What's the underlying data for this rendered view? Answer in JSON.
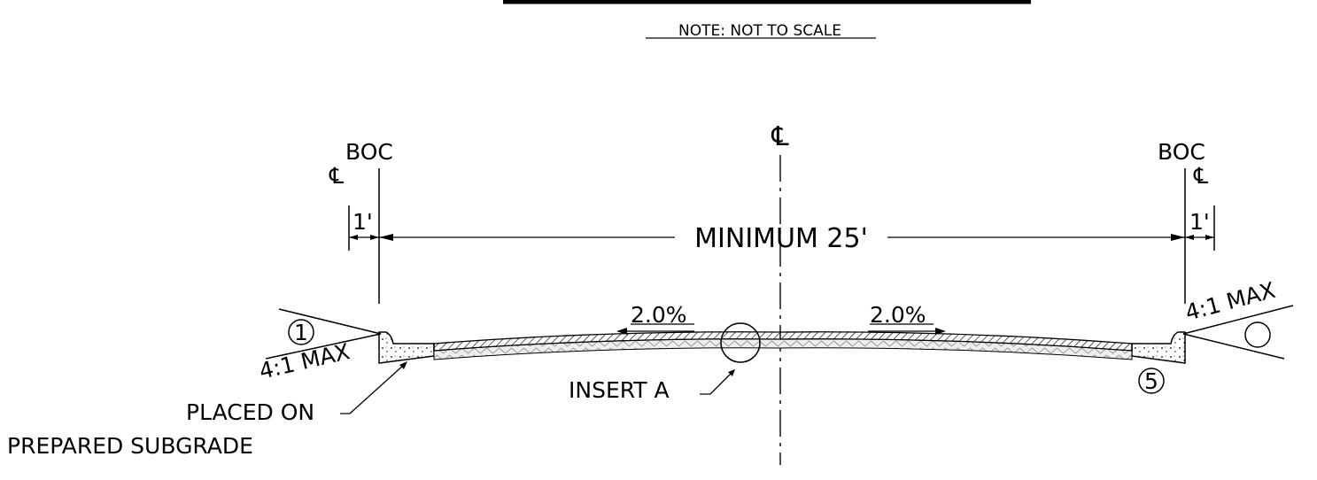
{
  "note": "NOTE: NOT TO SCALE",
  "centerline_symbol": "℄",
  "left": {
    "boc": "BOC",
    "cl_symbol": "℄",
    "offset": "1'",
    "slope": "4:1 MAX",
    "callout": "1"
  },
  "right": {
    "boc": "BOC",
    "cl_symbol": "℄",
    "offset": "1'",
    "slope": "4:1 MAX",
    "callout": "5"
  },
  "width_dimension": "MINIMUM 25'",
  "cross_slope_left": "2.0%",
  "cross_slope_right": "2.0%",
  "insert_label": "INSERT A",
  "subgrade_line1": "PLACED ON",
  "subgrade_line2": "PREPARED SUBGRADE"
}
